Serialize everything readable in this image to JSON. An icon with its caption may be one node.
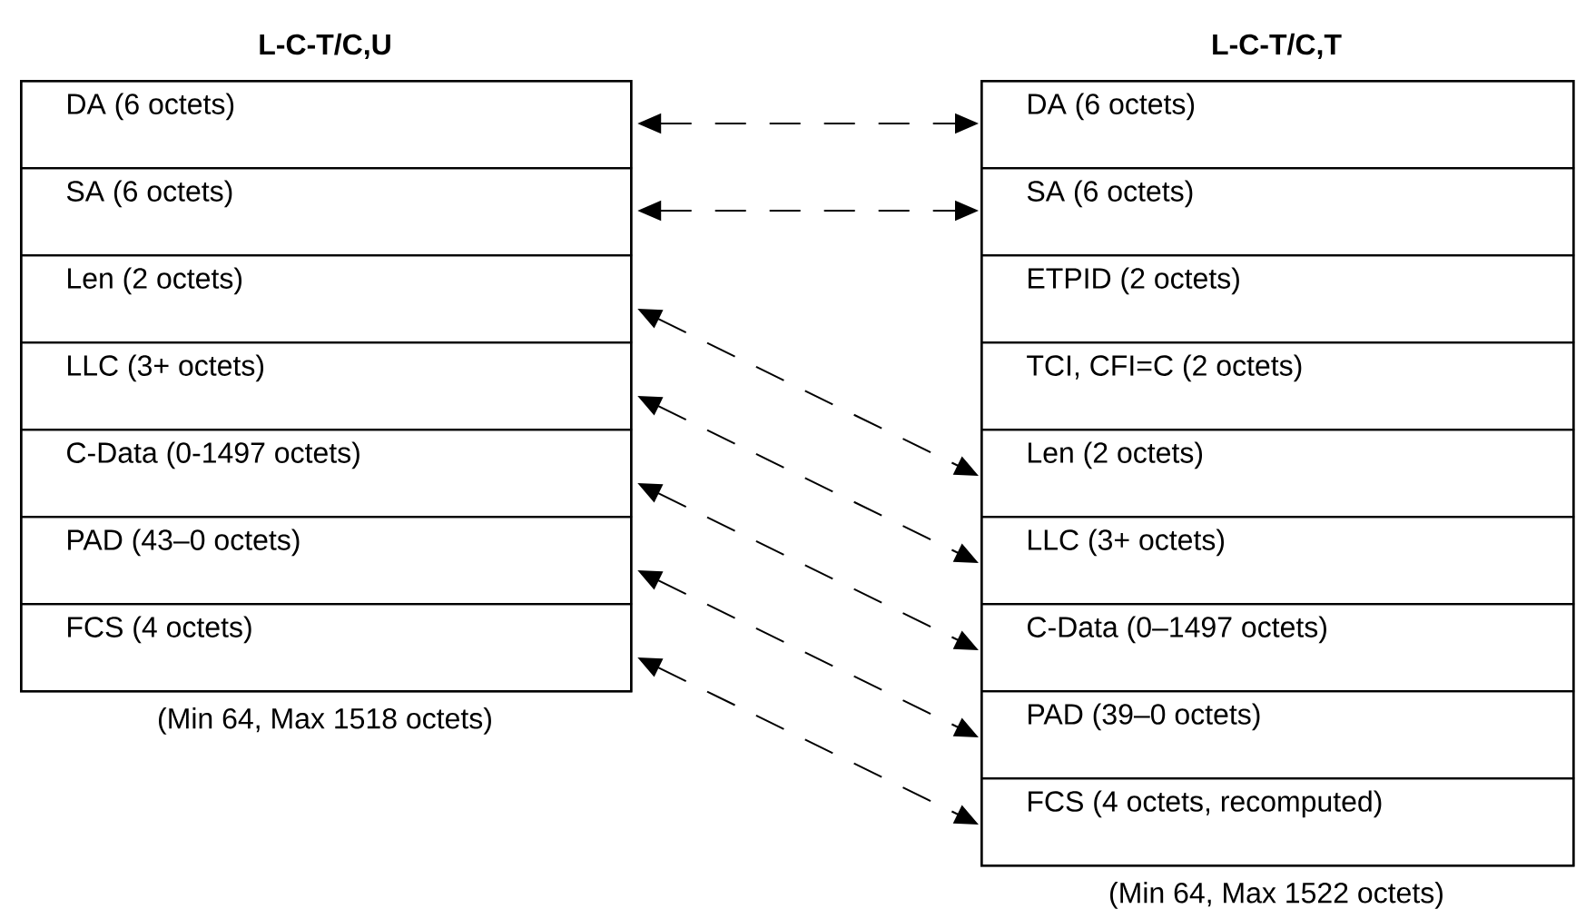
{
  "diagram": {
    "nodes": [
      {
        "text": [
          "L-C-T/C,U"
        ],
        "beside": [
          "(Min 64, Max 1518 octets)"
        ]
      },
      {
        "text": [
          "DA (6 octets)"
        ],
        "in": 0
      },
      {
        "text": [
          "SA (6 octets)"
        ],
        "in": 0
      },
      {
        "text": [
          "Len (2 octets)"
        ],
        "in": 0
      },
      {
        "text": [
          "LLC (3+ octets)"
        ],
        "in": 0
      },
      {
        "text": [
          "C-Data (0-1497 octets)"
        ],
        "in": 0
      },
      {
        "text": [
          "PAD (43–0 octets)"
        ],
        "in": 0
      },
      {
        "text": [
          "FCS (4 octets)"
        ],
        "in": 0
      },
      {
        "text": [
          "L-C-T/C,T"
        ],
        "beside": [
          "(Min 64, Max 1522 octets)"
        ]
      },
      {
        "text": [
          "DA (6 octets)"
        ],
        "in": 8
      },
      {
        "text": [
          "SA (6 octets)"
        ],
        "in": 8
      },
      {
        "text": [
          "ETPID (2 octets)"
        ],
        "in": 8
      },
      {
        "text": [
          "TCI, CFI=C (2 octets)"
        ],
        "in": 8
      },
      {
        "text": [
          "Len (2 octets)"
        ],
        "in": 8
      },
      {
        "text": [
          "LLC (3+ octets)"
        ],
        "in": 8
      },
      {
        "text": [
          "C-Data (0–1497 octets)"
        ],
        "in": 8
      },
      {
        "text": [
          "PAD (39–0 octets)"
        ],
        "in": 8
      },
      {
        "text": [
          "FCS (4 octets, recomputed)"
        ],
        "in": 8
      }
    ],
    "edges": [
      {
        "from": 1,
        "to": 9,
        "arrow": "both",
        "style": "dashed"
      },
      {
        "from": 2,
        "to": 10,
        "arrow": "both",
        "style": "dashed"
      },
      {
        "from": 3,
        "to": 13,
        "arrow": "both",
        "style": "dashed"
      },
      {
        "from": 4,
        "to": 14,
        "arrow": "both",
        "style": "dashed"
      },
      {
        "from": 5,
        "to": 15,
        "arrow": "both",
        "style": "dashed"
      },
      {
        "from": 6,
        "to": 16,
        "arrow": "both",
        "style": "dashed"
      },
      {
        "from": 7,
        "to": 17,
        "arrow": "both",
        "style": "dashed"
      }
    ]
  }
}
